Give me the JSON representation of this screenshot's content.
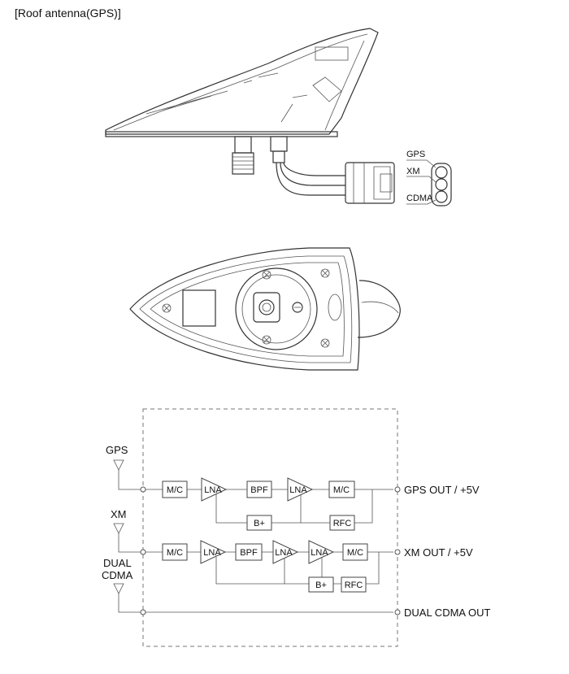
{
  "title": "[Roof antenna(GPS)]",
  "connector": {
    "pins": [
      "GPS",
      "XM",
      "CDMA"
    ]
  },
  "schematic": {
    "inputs": {
      "gps": "GPS",
      "xm": "XM",
      "cdma_line1": "DUAL",
      "cdma_line2": "CDMA"
    },
    "gps_chain": [
      "M/C",
      "LNA",
      "BPF",
      "LNA",
      "M/C"
    ],
    "gps_bias": [
      "B+",
      "RFC"
    ],
    "xm_chain": [
      "M/C",
      "LNA",
      "BPF",
      "LNA",
      "LNA",
      "M/C"
    ],
    "xm_bias": [
      "B+",
      "RFC"
    ],
    "outputs": {
      "gps": "GPS OUT / +5V",
      "xm": "XM OUT / +5V",
      "cdma": "DUAL CDMA OUT"
    }
  }
}
